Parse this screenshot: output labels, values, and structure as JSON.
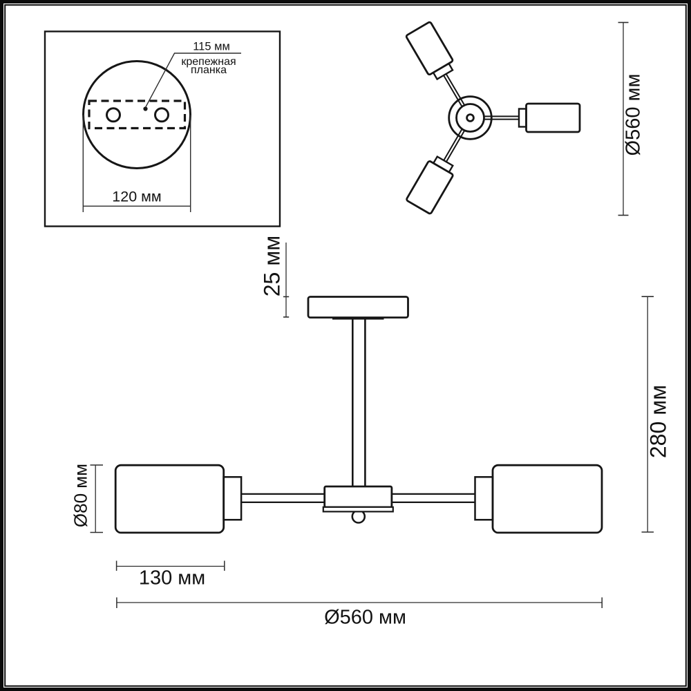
{
  "page": {
    "background": "#ffffff",
    "ink_color": "#151515",
    "dim_line_color": "#2d2d2d",
    "text_color": "#121212"
  },
  "diagram": {
    "kind": "technical dimensional drawing",
    "subject": "3-arm ceiling light fixture",
    "mount_detail": {
      "hole_offset_label": "115 мм",
      "bracket_label_line1": "крепежная",
      "bracket_label_line2": "планка",
      "plate_width_label": "120 мм"
    },
    "top_view": {
      "overall_diameter_label": "Ø560 мм"
    },
    "front_view": {
      "canopy_height_label": "25 мм",
      "overall_height_label": "280 мм",
      "shade_diameter_label": "Ø80 мм",
      "shade_length_label": "130 мм",
      "overall_width_label": "Ø560 мм"
    }
  }
}
